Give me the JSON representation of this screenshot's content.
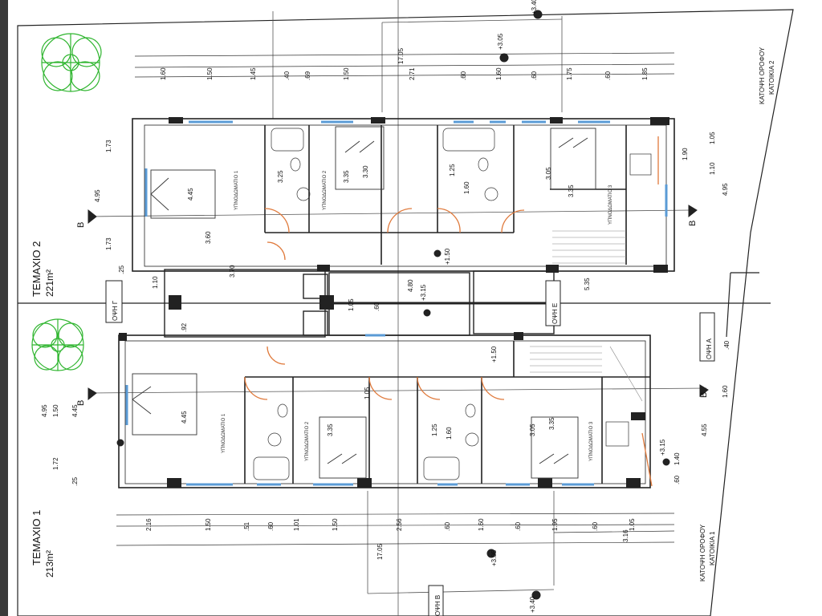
{
  "plot1": {
    "name": "ΤΕΜΑΧΙΟ 1",
    "area": "213m²",
    "plan_title": "ΚΑΤΟΨΗ ΟΡΟΦΟΥ",
    "plan_sub": "ΚΑΤΟΙΚΙΑ 1"
  },
  "plot2": {
    "name": "ΤΕΜΑΧΙΟ 2",
    "area": "221m²",
    "plan_title": "ΚΑΤΟΨΗ ΟΡΟΦΟΥ",
    "plan_sub": "ΚΑΤΟΙΚΙΑ 2"
  },
  "section_labels": {
    "A": "ΟΨΗ Α",
    "B": "ΟΨΗ Β",
    "G": "ΟΨΗ Γ",
    "E": "ΟΨΗ Ε",
    "section": "B"
  },
  "rooms": {
    "bedroom1": "ΥΠΝΟΔΩΜΑΤΙΟ 1",
    "bedroom2": "ΥΠΝΟΔΩΜΑΤΙΟ 2",
    "bedroom3": "ΥΠΝΟΔΩΜΑΤΙΟ 3"
  },
  "levels": {
    "top_house": "+3.05",
    "top_road": "+3.40",
    "bottom_house": "+3.05",
    "bottom_road": "+3.40",
    "mid": "+3.15",
    "mid2": "+3.15",
    "stair1": "+1.50",
    "stair2": "+1.50"
  },
  "top_dims": {
    "total": "17.05",
    "row": [
      "1.60",
      "1.50",
      "1.45",
      ".40",
      ".69",
      "1.50",
      "2.71",
      ".60",
      "1.60",
      ".60",
      "1.75",
      ".60",
      "1.85"
    ]
  },
  "bottom_dims": {
    "total": "17.05",
    "row": [
      "2.16",
      "1.50",
      ".51",
      ".60",
      "1.01",
      "1.50",
      "2.56",
      ".60",
      "1.60",
      ".60",
      "1.95",
      ".60",
      "1.05"
    ],
    "extra": "3.16"
  },
  "inner_dims": [
    "4.45",
    "3.60",
    "3.35",
    "3.30",
    "3.35",
    "3.25",
    "1.25",
    "1.60",
    "3.05",
    "4.80",
    "1.05",
    ".60",
    "5.35",
    "4.45",
    "3.35",
    "1.60",
    "3.05",
    "3.35",
    "1.05",
    "1.25",
    ".92",
    "3.70",
    "1.10"
  ],
  "left_dims_top": [
    "1.73",
    "4.95",
    "1.73",
    ".25"
  ],
  "left_dims_bottom": [
    "4.95",
    "1.50",
    "4.45",
    "1.72",
    ".25"
  ],
  "right_dims": [
    "1.10",
    "1.05",
    "4.95",
    "1.90",
    "1.60",
    "4.55",
    "1.40",
    ".60",
    ".40"
  ]
}
